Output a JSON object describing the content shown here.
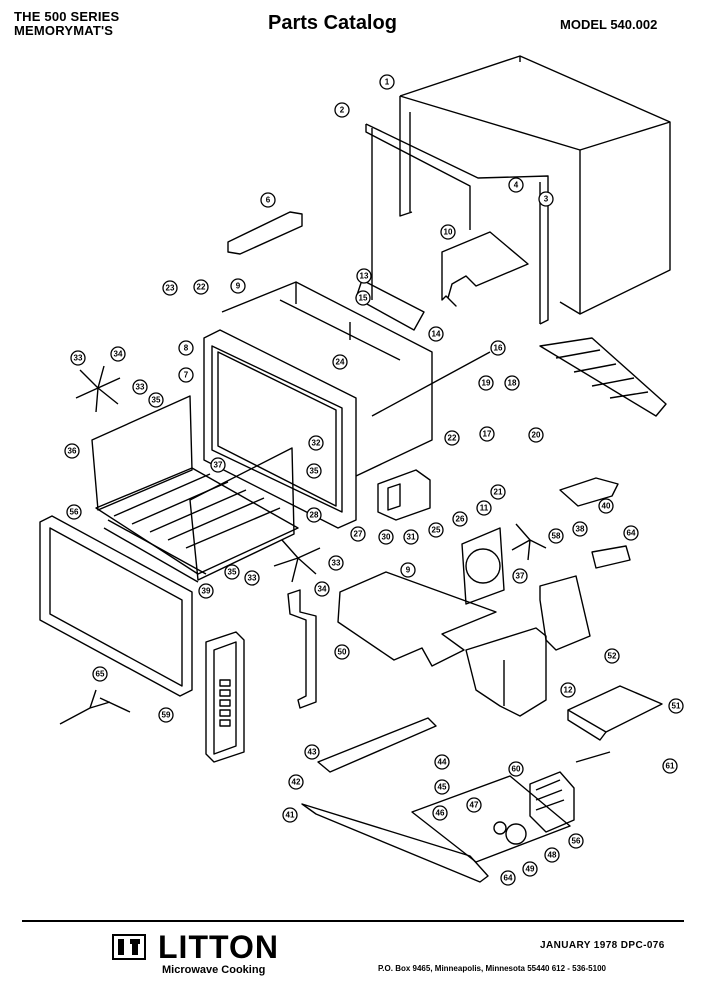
{
  "header": {
    "series_line1": "THE 500 SERIES",
    "series_line2": "MEMORYMAT'S",
    "title": "Parts Catalog",
    "model": "MODEL 540.002"
  },
  "callouts": [
    "1",
    "2",
    "4",
    "3",
    "6",
    "10",
    "13",
    "15",
    "14",
    "23",
    "22",
    "9",
    "8",
    "7",
    "24",
    "16",
    "19",
    "18",
    "17",
    "20",
    "33",
    "34",
    "33",
    "35",
    "36",
    "32",
    "35",
    "22",
    "21",
    "11",
    "26",
    "28",
    "31",
    "30",
    "27",
    "25",
    "56",
    "37",
    "38",
    "39",
    "33",
    "35",
    "34",
    "33",
    "40",
    "64",
    "9",
    "37",
    "52",
    "58",
    "65",
    "59",
    "50",
    "12",
    "51",
    "43",
    "44",
    "45",
    "60",
    "61",
    "42",
    "47",
    "46",
    "41",
    "56",
    "64",
    "48",
    "49"
  ],
  "footer": {
    "brand": "LITTON",
    "brand_sub": "Microwave Cooking",
    "date": "JANUARY 1978   DPC-076",
    "address": "P.O. Box 9465, Minneapolis, Minnesota 55440    612 - 536-5100"
  }
}
